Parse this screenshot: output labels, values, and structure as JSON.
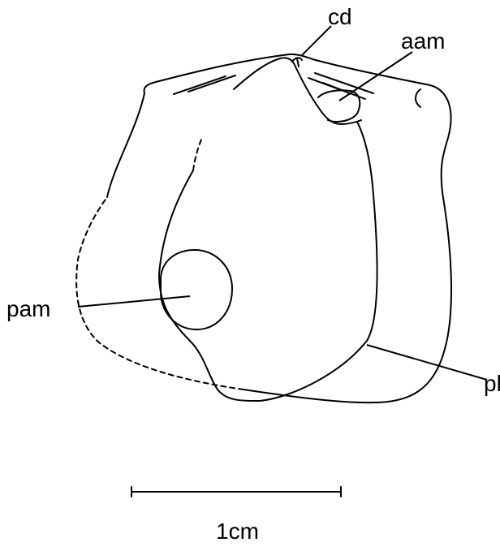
{
  "labels": {
    "cd": "cd",
    "aam": "aam",
    "pam": "pam",
    "pl": "pl"
  },
  "scale_bar": {
    "label": "1cm"
  }
}
